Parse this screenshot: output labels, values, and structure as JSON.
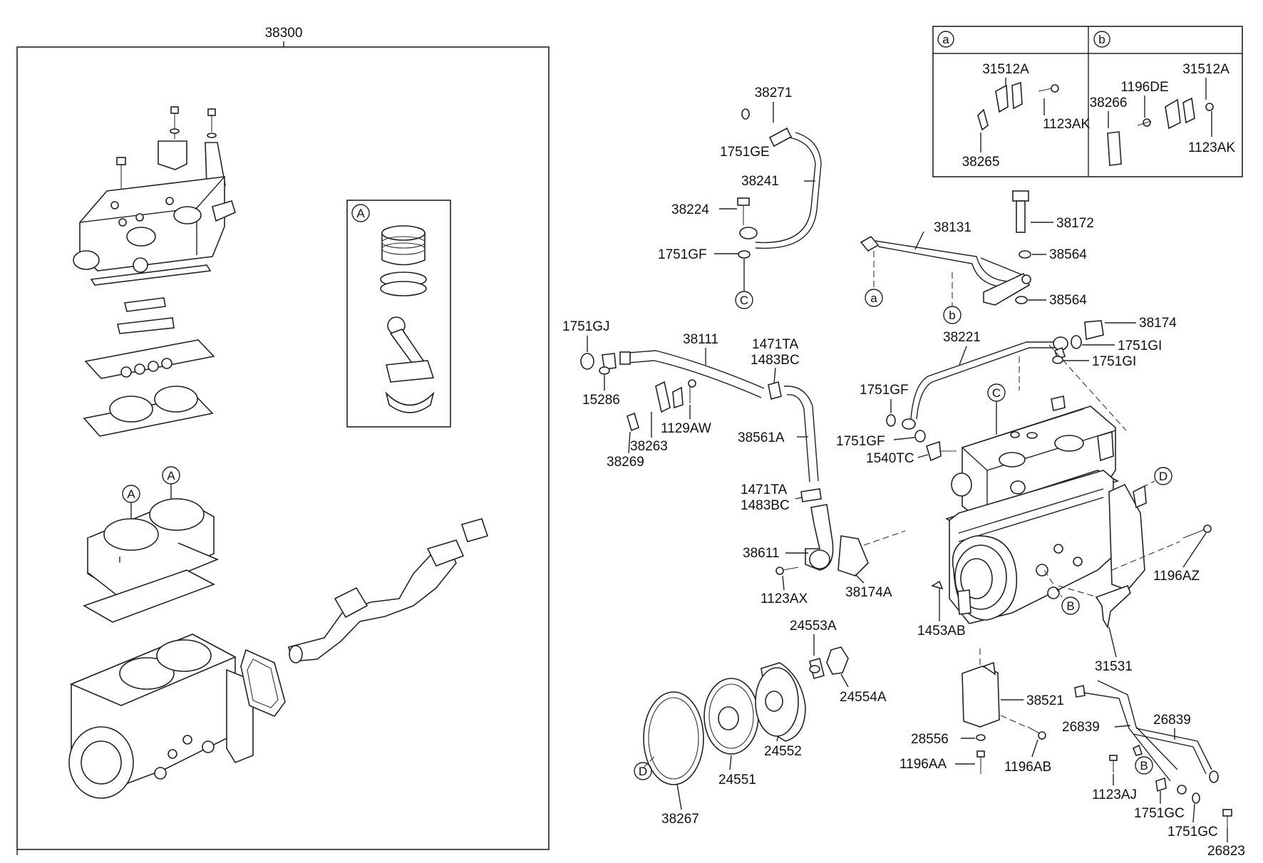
{
  "assembly": {
    "label": "38300"
  },
  "piston_kit": {
    "tag": "A"
  },
  "legend": {
    "a": {
      "tag": "a",
      "labels": [
        "31512A",
        "1123AK",
        "38265"
      ]
    },
    "b": {
      "tag": "b",
      "labels": [
        "31512A",
        "1196DE",
        "38266",
        "1123AK"
      ]
    }
  },
  "circle_tags": [
    "A",
    "A",
    "C",
    "a",
    "b",
    "C",
    "D",
    "B",
    "B",
    "D"
  ],
  "labels": [
    "38271",
    "1751GE",
    "38241",
    "38224",
    "1751GF",
    "38131",
    "38172",
    "38564",
    "38564",
    "38174",
    "1751GI",
    "1751GI",
    "38221",
    "1751GJ",
    "38111",
    "1471TA",
    "1483BC",
    "15286",
    "1129AW",
    "38263",
    "38269",
    "38561A",
    "1751GF",
    "1751GF",
    "1540TC",
    "1471TA",
    "1483BC",
    "38611",
    "1123AX",
    "38174A",
    "1196AZ",
    "1453AB",
    "31531",
    "24553A",
    "24554A",
    "24552",
    "24551",
    "38267",
    "38521",
    "26839",
    "26839",
    "28556",
    "1196AA",
    "1196AB",
    "1123AJ",
    "1751GC",
    "1751GC",
    "26823"
  ]
}
